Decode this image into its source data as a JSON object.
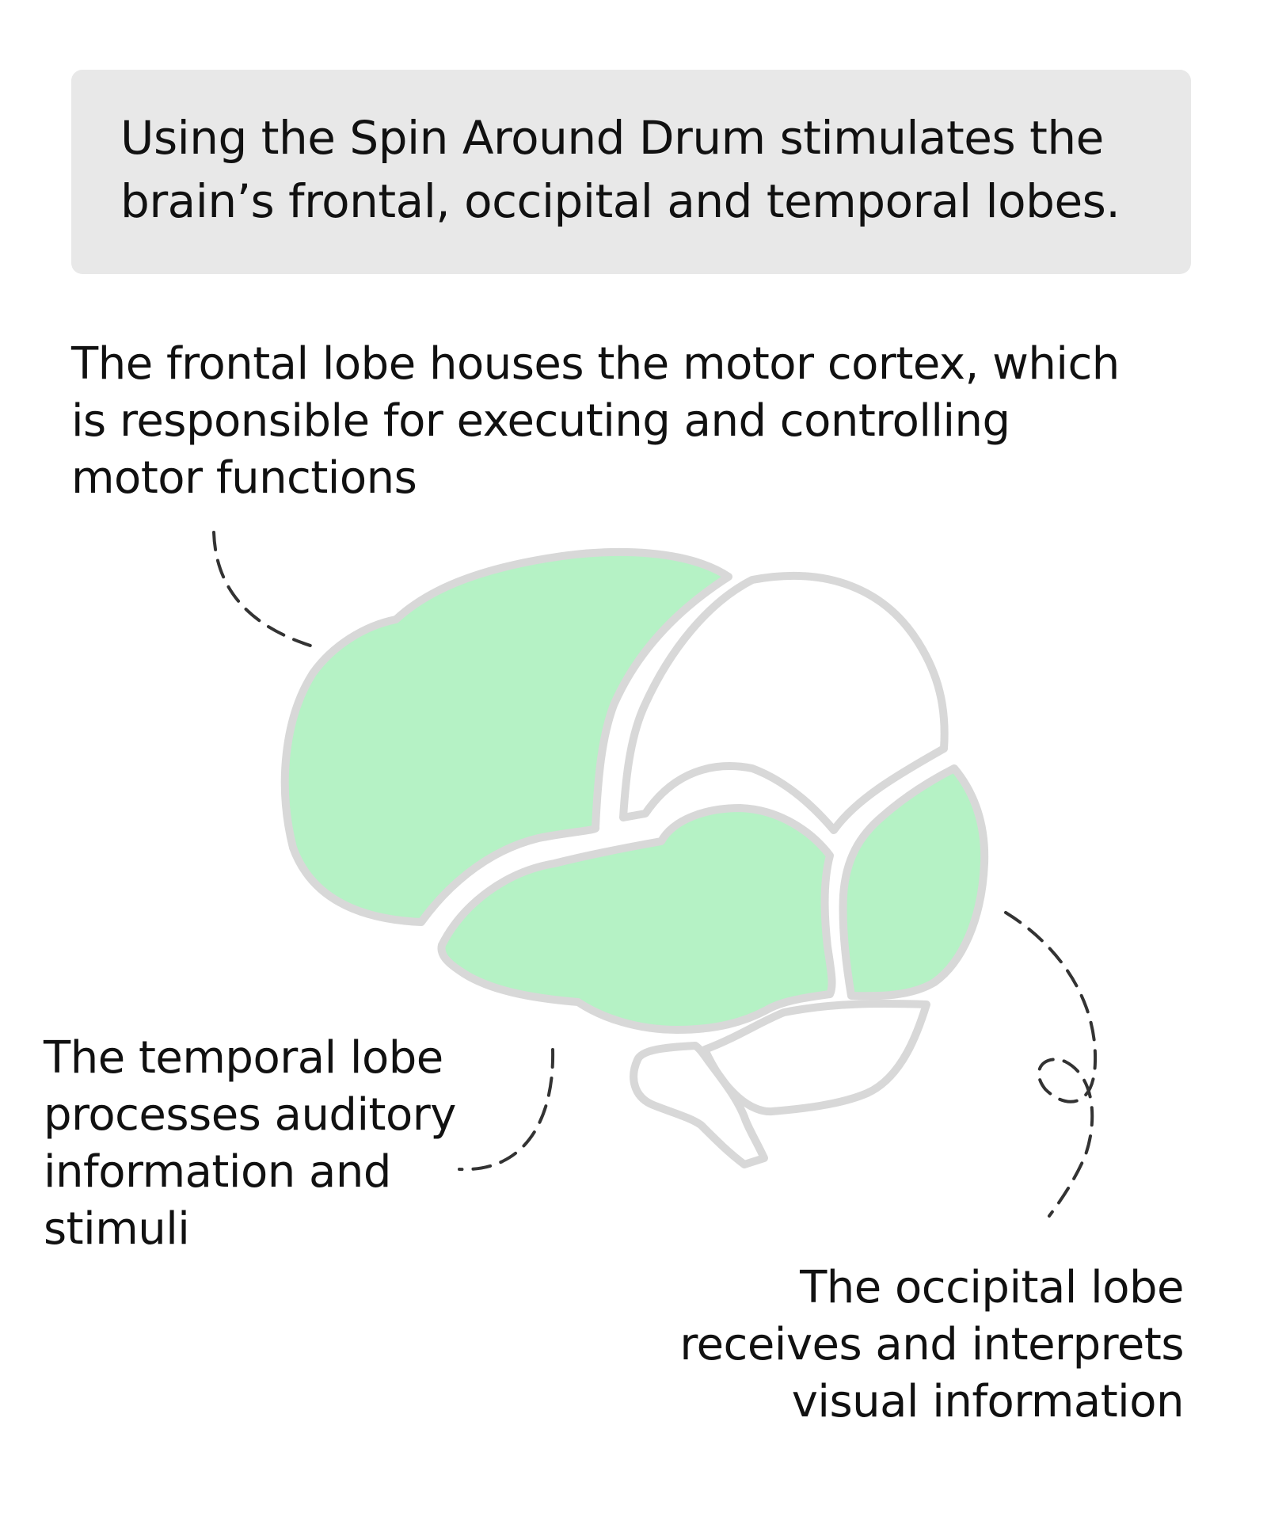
{
  "header": {
    "text": "Using the Spin Around Drum stimulates the\nbrain’s frontal, occipital and temporal lobes."
  },
  "labels": {
    "frontal": "The frontal lobe houses the motor cortex, which\nis responsible for executing and controlling\nmotor functions",
    "temporal": "The temporal lobe\nprocesses auditory\ninformation and\nstimuli",
    "occipital": "The occipital lobe\nreceives and interprets\nvisual information"
  },
  "colors": {
    "highlight_fill": "#b5f2c5",
    "outline": "#d8d8d8",
    "background": "#ffffff",
    "header_bg": "#e8e8e8",
    "leader_line": "#333333"
  }
}
